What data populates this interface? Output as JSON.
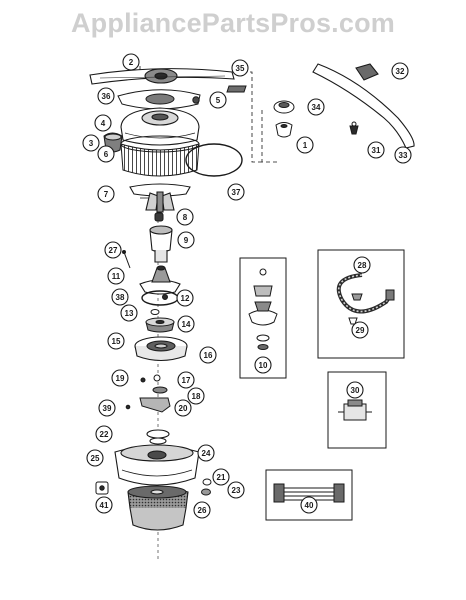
{
  "watermark": "AppliancePartsPros.com",
  "callouts": [
    "1",
    "2",
    "3",
    "4",
    "5",
    "6",
    "7",
    "8",
    "9",
    "10",
    "11",
    "12",
    "13",
    "14",
    "15",
    "16",
    "17",
    "18",
    "19",
    "20",
    "21",
    "22",
    "23",
    "24",
    "25",
    "26",
    "27",
    "28",
    "29",
    "30",
    "31",
    "32",
    "33",
    "34",
    "35",
    "36",
    "37",
    "38",
    "39",
    "40",
    "41"
  ],
  "colors": {
    "line": "#1a1a1a",
    "fill": "#ffffff",
    "shade": "#6f6f6f",
    "dark": "#2b2b2b",
    "watermark": "#cfcfcf"
  },
  "icons": [
    "upper-spray-arm-icon",
    "lower-spray-arm-icon",
    "pump-assembly-icon",
    "motor-icon",
    "hose-icon",
    "valve-icon",
    "wire-harness-icon"
  ]
}
